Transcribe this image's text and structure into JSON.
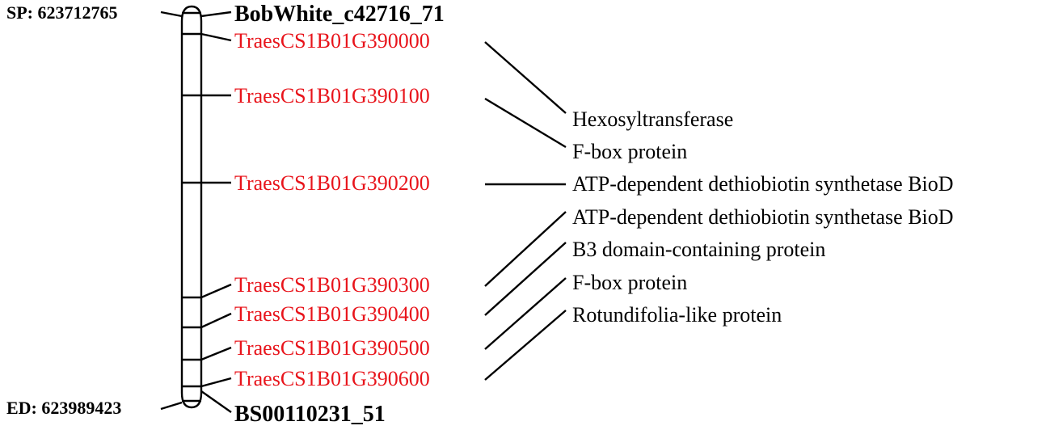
{
  "start_position": "SP: 623712765",
  "end_position": "ED: 623989423",
  "markers": [
    "BobWhite_c42716_71",
    "BS00110231_51"
  ],
  "gene_color": "#e8141b",
  "genes": [
    "TraesCS1B01G390000",
    "TraesCS1B01G390100",
    "TraesCS1B01G390200",
    "TraesCS1B01G390300",
    "TraesCS1B01G390400",
    "TraesCS1B01G390500",
    "TraesCS1B01G390600"
  ],
  "functions": [
    "Hexosyltransferase",
    "F-box protein",
    "ATP-dependent dethiobiotin synthetase BioD",
    "ATP-dependent dethiobiotin synthetase BioD",
    "B3 domain-containing protein",
    "F-box protein",
    "Rotundifolia-like protein"
  ]
}
